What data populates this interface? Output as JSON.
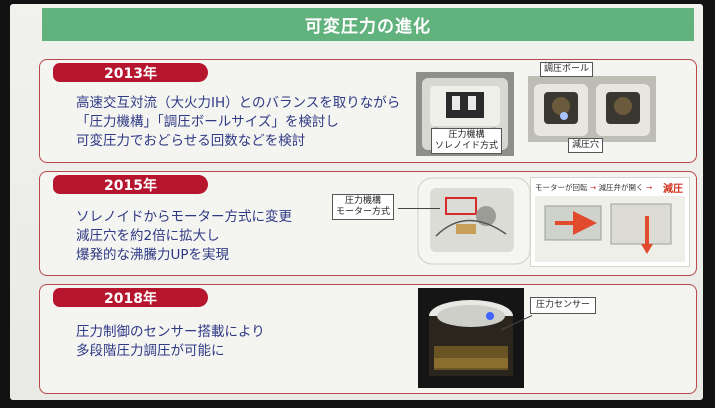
{
  "slide": {
    "title": "可変圧力の進化"
  },
  "sections": [
    {
      "year": "2013年",
      "lines": [
        "高速交互対流（大火力IH）とのバランスを取りながら",
        "「圧力機構」「調圧ボールサイズ」を検討し",
        "可変圧力でおどらせる回数などを検討"
      ],
      "callouts": {
        "mechanism": [
          "圧力機構",
          "ソレノイド方式"
        ],
        "ball": "調圧ボール",
        "hole": "減圧穴"
      }
    },
    {
      "year": "2015年",
      "lines": [
        "ソレノイドからモーター方式に変更",
        "減圧穴を約2倍に拡大し",
        "爆発的な沸騰力UPを実現"
      ],
      "callouts": {
        "mechanism": [
          "圧力機構",
          "モーター方式"
        ],
        "diagram_step1": "モーターが回転",
        "diagram_step2": "減圧弁が開く",
        "diagram_result": "減圧"
      }
    },
    {
      "year": "2018年",
      "lines": [
        "圧力制御のセンサー搭載により",
        "多段階圧力調圧が可能に"
      ],
      "callouts": {
        "sensor": "圧力センサー"
      }
    }
  ],
  "colors": {
    "title_bar": "#62b27e",
    "year_badge": "#b5162e",
    "card_border": "#b8484a",
    "body_text": "#2f3a85"
  }
}
